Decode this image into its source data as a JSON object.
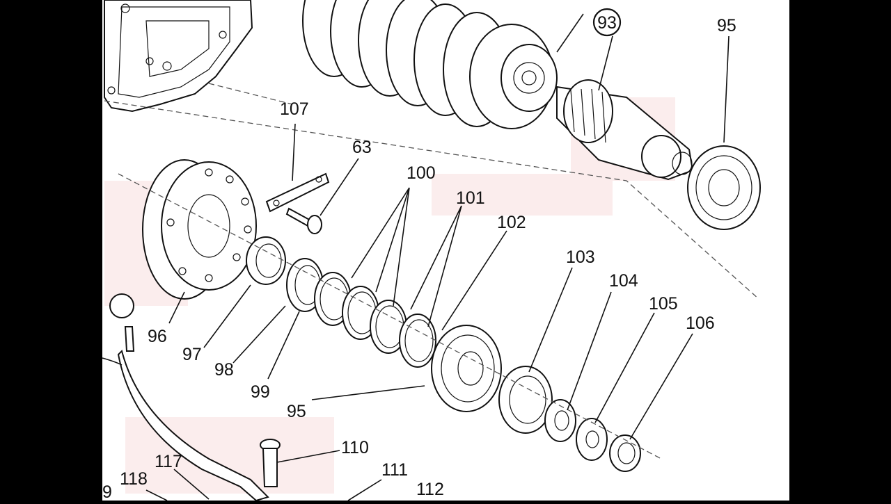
{
  "diagram": {
    "background": "#ffffff",
    "frame": "#000000",
    "callout": "93",
    "labels": [
      {
        "id": "l95a",
        "text": "95"
      },
      {
        "id": "l107",
        "text": "107"
      },
      {
        "id": "l63",
        "text": "63"
      },
      {
        "id": "l100",
        "text": "100"
      },
      {
        "id": "l101",
        "text": "101"
      },
      {
        "id": "l102",
        "text": "102"
      },
      {
        "id": "l103",
        "text": "103"
      },
      {
        "id": "l104",
        "text": "104"
      },
      {
        "id": "l105",
        "text": "105"
      },
      {
        "id": "l106",
        "text": "106"
      },
      {
        "id": "l96",
        "text": "96"
      },
      {
        "id": "l97",
        "text": "97"
      },
      {
        "id": "l98",
        "text": "98"
      },
      {
        "id": "l99",
        "text": "99"
      },
      {
        "id": "l95b",
        "text": "95"
      },
      {
        "id": "l110",
        "text": "110"
      },
      {
        "id": "l111",
        "text": "111"
      },
      {
        "id": "l112",
        "text": "112"
      },
      {
        "id": "l117",
        "text": "117"
      },
      {
        "id": "l118",
        "text": "118"
      },
      {
        "id": "l9",
        "text": "9"
      }
    ]
  }
}
